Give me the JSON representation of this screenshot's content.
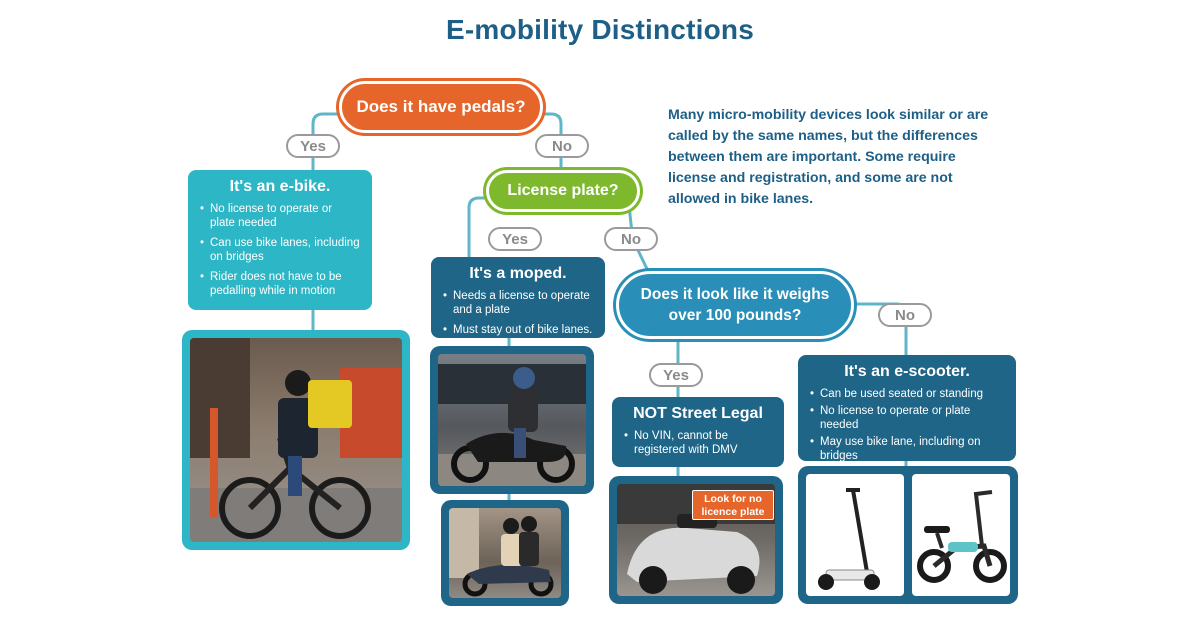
{
  "title": "E-mobility Distinctions",
  "intro": "Many micro-mobility devices look similar or are called by the same names, but the differences between them are important. Some require license and registration, and some are not allowed in bike lanes.",
  "questions": {
    "pedals": "Does it have pedals?",
    "plate": "License plate?",
    "weight": "Does it look like it weighs over 100 pounds?"
  },
  "answers": {
    "yes": "Yes",
    "no": "No"
  },
  "ebike": {
    "title": "It's an e-bike.",
    "points": [
      "No license to operate or plate needed",
      "Can use bike lanes, including on bridges",
      "Rider does not have to be pedalling while in motion"
    ]
  },
  "moped": {
    "title": "It's a moped.",
    "points": [
      "Needs a license to operate and a plate",
      "Must stay out of bike lanes."
    ]
  },
  "not_legal": {
    "title": "NOT Street Legal",
    "points": [
      "No VIN, cannot be registered with DMV"
    ]
  },
  "escooter": {
    "title": "It's an e-scooter.",
    "points": [
      "Can be used seated or standing",
      "No license to operate or plate needed",
      "May use bike lane, including on bridges"
    ]
  },
  "photo_tag": "Look for no licence plate",
  "colors": {
    "orange": "#e5652a",
    "green": "#7eb92d",
    "teal": "#2db6c5",
    "navy": "#1e6587",
    "title_blue": "#1d5f86"
  }
}
